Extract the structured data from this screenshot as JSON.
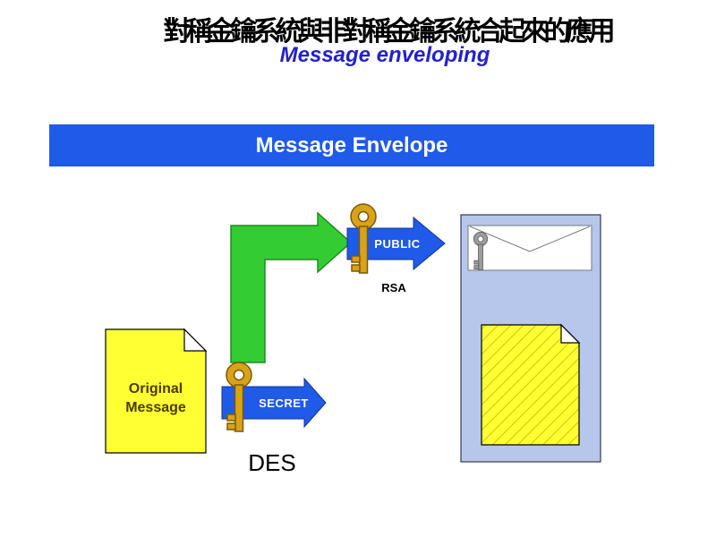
{
  "slide": {
    "title": "對稱金鑰系統與非對稱金鑰系統合起來的應用",
    "subtitle": "Message enveloping",
    "banner_label": "Message Envelope"
  },
  "diagram": {
    "original_message": {
      "line1": "Original",
      "line2": "Message"
    },
    "asymmetric": {
      "arrow_label": "PUBLIC",
      "algorithm": "RSA"
    },
    "symmetric": {
      "arrow_label": "SECRET",
      "algorithm": "DES"
    }
  },
  "colors": {
    "banner_blue": "#1f5ae8",
    "subtitle_blue": "#2222cc",
    "arrow_green": "#33cc33",
    "doc_yellow": "#ffff33",
    "envelope_panel": "#b7c7ec",
    "key_gold": "#d9a21b"
  }
}
